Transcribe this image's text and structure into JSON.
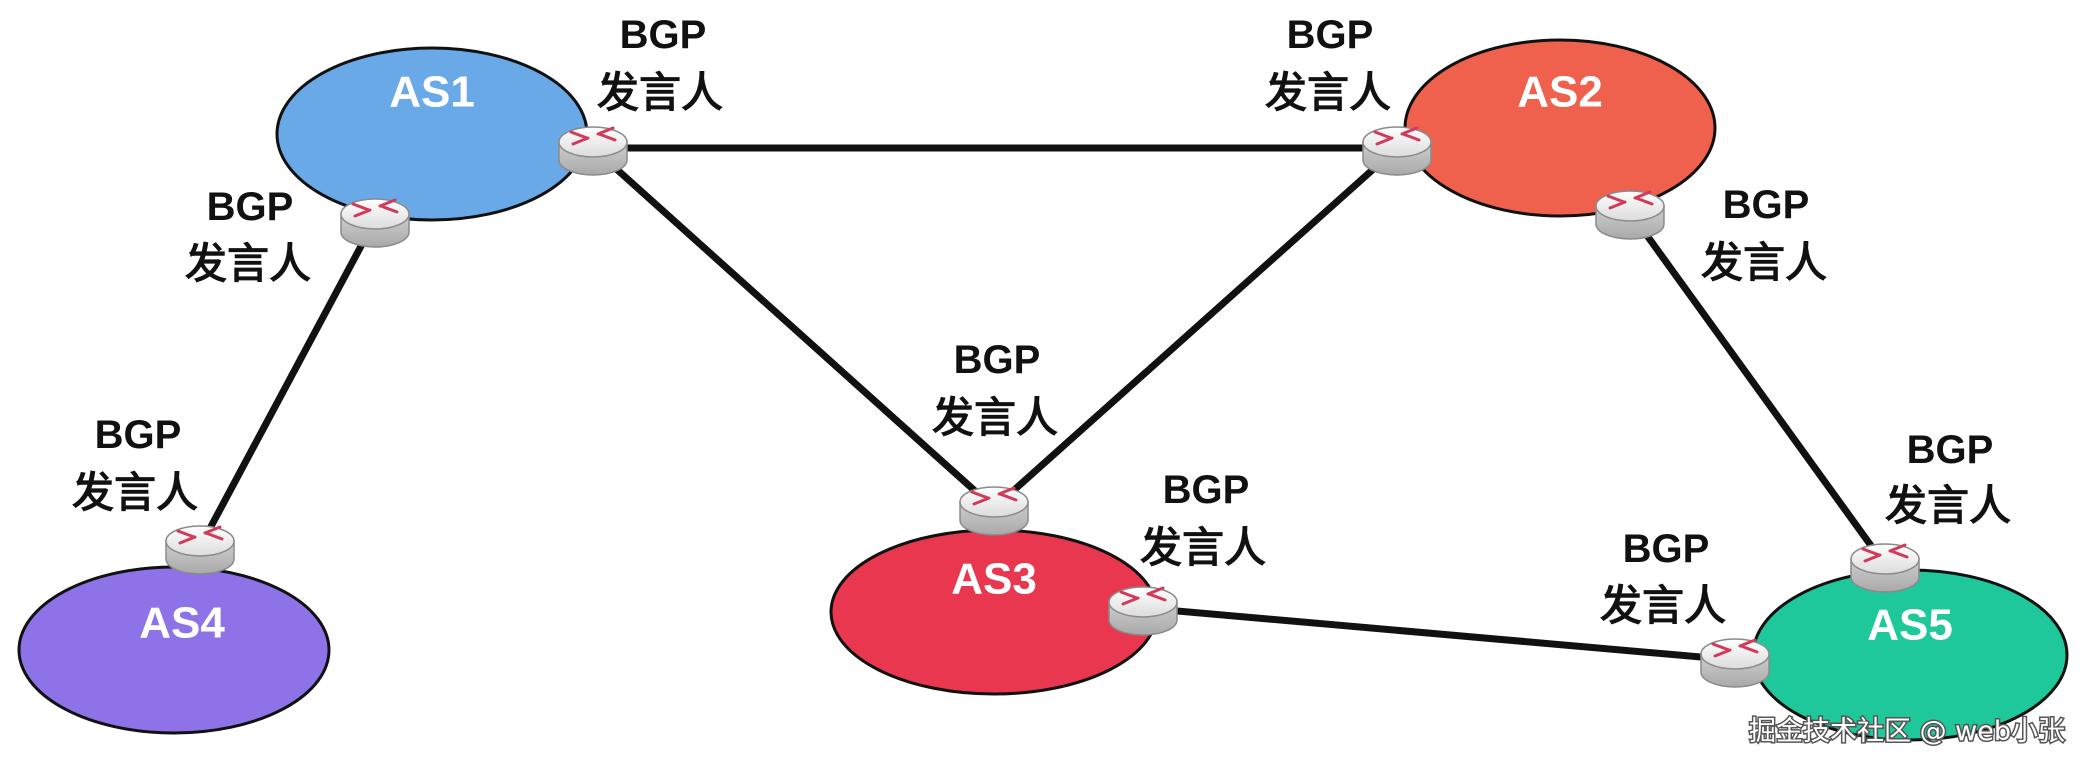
{
  "autonomous_systems": [
    {
      "id": "as1",
      "label": "AS1",
      "color": "#6aa9e8"
    },
    {
      "id": "as2",
      "label": "AS2",
      "color": "#ef604d"
    },
    {
      "id": "as3",
      "label": "AS3",
      "color": "#e8374f"
    },
    {
      "id": "as4",
      "label": "AS4",
      "color": "#8e73e8"
    },
    {
      "id": "as5",
      "label": "AS5",
      "color": "#1fc89a"
    }
  ],
  "speaker_label": {
    "line1": "BGP",
    "line2": "发言人"
  },
  "speakers": [
    {
      "id": "s1a",
      "as": "as1"
    },
    {
      "id": "s1b",
      "as": "as1"
    },
    {
      "id": "s2a",
      "as": "as2"
    },
    {
      "id": "s2b",
      "as": "as2"
    },
    {
      "id": "s3a",
      "as": "as3"
    },
    {
      "id": "s3b",
      "as": "as3"
    },
    {
      "id": "s4",
      "as": "as4"
    },
    {
      "id": "s5a",
      "as": "as5"
    },
    {
      "id": "s5b",
      "as": "as5"
    }
  ],
  "links": [
    {
      "from": "s1a",
      "to": "s2a"
    },
    {
      "from": "s1a",
      "to": "s3a"
    },
    {
      "from": "s2a",
      "to": "s3a"
    },
    {
      "from": "s1b",
      "to": "s4"
    },
    {
      "from": "s2b",
      "to": "s5a"
    },
    {
      "from": "s3b",
      "to": "s5b"
    }
  ],
  "router_icon": "router-icon",
  "watermark": "掘金技术社区 @ web小张"
}
